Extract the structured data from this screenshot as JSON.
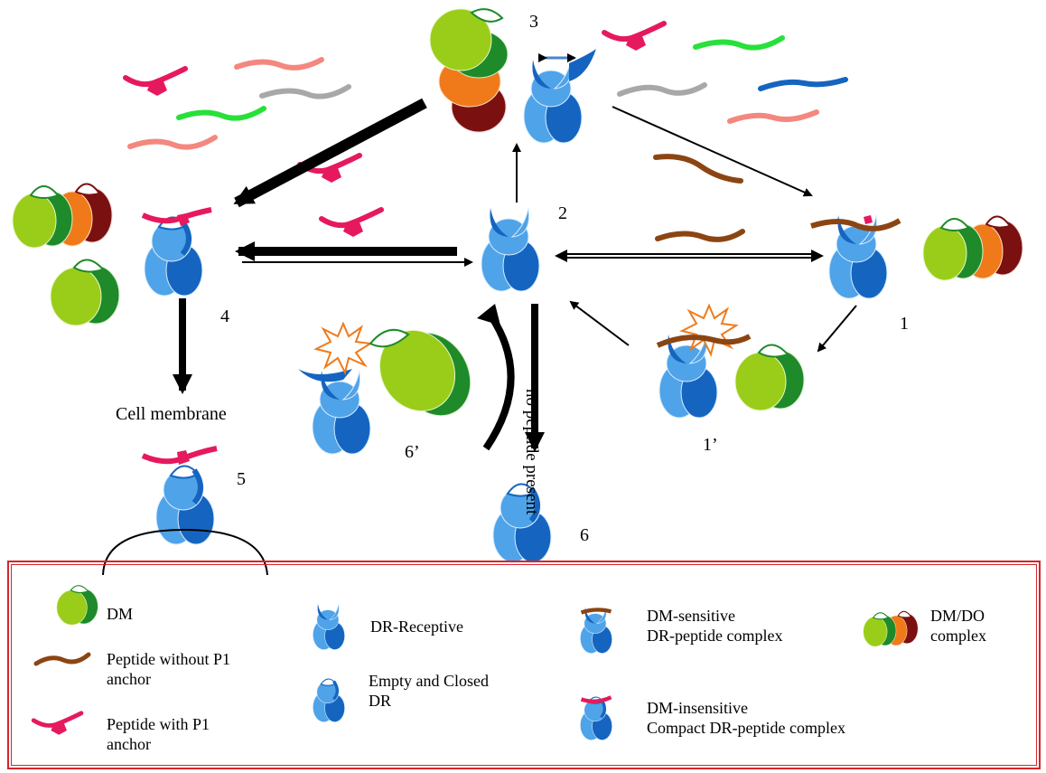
{
  "labels": {
    "state_3": "3",
    "state_2": "2",
    "state_1": "1",
    "state_1p": "1’",
    "state_4": "4",
    "state_5": "5",
    "state_6": "6",
    "state_6p": "6’",
    "cell_membrane": "Cell membrane",
    "no_peptide_present": "no peptide present"
  },
  "legend": {
    "dm": "DM",
    "peptide_without_line1": "Peptide without P1",
    "peptide_without_line2": "anchor",
    "peptide_with_line1": "Peptide with P1",
    "peptide_with_line2": "anchor",
    "dr_receptive": "DR-Receptive",
    "empty_closed_line1": "Empty and Closed",
    "empty_closed_line2": "DR",
    "dm_sensitive_line1": "DM-sensitive",
    "dm_sensitive_line2": "DR-peptide complex",
    "dm_insensitive_line1": "DM-insensitive",
    "dm_insensitive_line2": "Compact DR-peptide complex",
    "dmdo_line1": "DM/DO",
    "dmdo_line2": "complex"
  },
  "colors": {
    "dr_light": "#4fa3e8",
    "dr_dark": "#1565c0",
    "dm_light": "#9acd1a",
    "dm_dark": "#1e8a2a",
    "do_orange": "#f07a1a",
    "do_maroon": "#7a1010",
    "peptide_p1": "#e6195e",
    "peptide_nop1": "#8b4513",
    "burst": "#f07a1a",
    "legend_border": "#d4262c"
  }
}
